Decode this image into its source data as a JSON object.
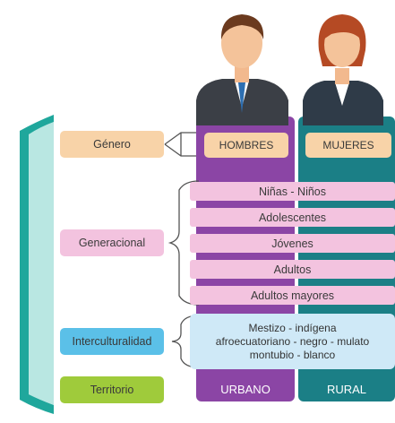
{
  "categories": {
    "genero": "Género",
    "generacional": "Generacional",
    "interculturalidad": "Interculturalidad",
    "territorio": "Territorio"
  },
  "columns": {
    "hombres": "HOMBRES",
    "mujeres": "MUJERES",
    "urbano": "URBANO",
    "rural": "RURAL"
  },
  "generations": [
    "Niñas - Niños",
    "Adolescentes",
    "Jóvenes",
    "Adultos",
    "Adultos mayores"
  ],
  "interculturalidad_lines": [
    "Mestizo - indígena",
    "afroecuatoriano - negro - mulato",
    "montubio - blanco"
  ],
  "colors": {
    "teal": "#1fa79c",
    "purple": "#8b45a5",
    "dark_teal": "#1b7f86",
    "genero": "#f8d3a8",
    "generacional": "#f3c3df",
    "interculturalidad": "#5bc0e8",
    "territorio": "#9fcb3b"
  }
}
